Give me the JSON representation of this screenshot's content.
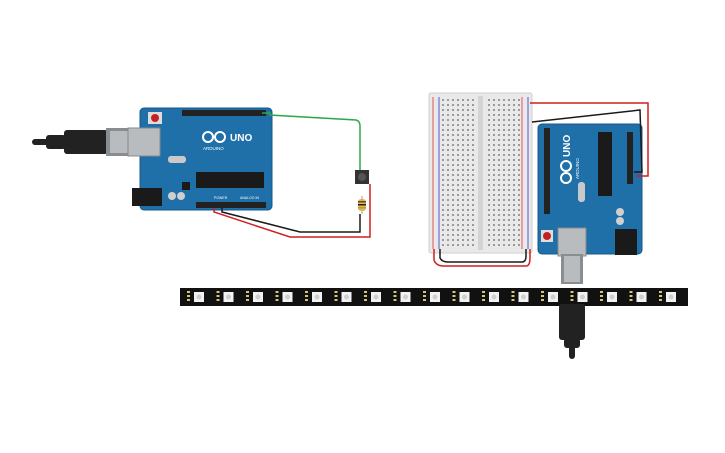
{
  "colors": {
    "board": "#1f6fa8",
    "board_edge": "#165a8b",
    "header": "#222222",
    "breadboard": "#e9e9e9",
    "strip": "#111111",
    "led": "#ffffff",
    "wire_red": "#d21f1f",
    "wire_black": "#1a1a1a",
    "wire_green": "#2ba84a",
    "usb_metal": "#b9bcbf",
    "usb_cable": "#222222"
  },
  "board_left": {
    "model_label": "UNO",
    "brand_label": "ARDUINO",
    "header_label": "POWER",
    "analog_label": "ANALOG IN"
  },
  "board_right": {
    "model_label": "UNO",
    "brand_label": "ARDUINO"
  },
  "led_strip": {
    "icon": "led-strip-icon"
  }
}
